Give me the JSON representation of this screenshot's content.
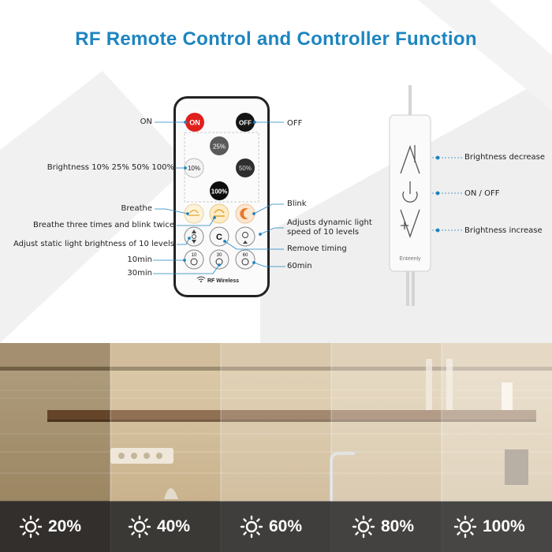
{
  "title": "RF Remote Control and Controller Function",
  "remote": {
    "on_button": "ON",
    "off_button": "OFF",
    "btn_25": "25%",
    "btn_10": "10%",
    "btn_50": "50%",
    "btn_100": "100%",
    "c_button": "C",
    "t10": "10",
    "t30": "30",
    "t60": "60",
    "footer": "RF Wireless"
  },
  "labels": {
    "on": "ON",
    "off": "OFF",
    "brightness": "Brightness 10% 25% 50% 100%",
    "breathe": "Breathe",
    "blink": "Blink",
    "breathe_three": "Breathe three times and blink twice",
    "dynamic_speed": "Adjusts dynamic light speed of 10 levels",
    "static_brightness": "Adjust static light brightness of 10 levels",
    "remove_timing": "Remove timing",
    "ten_min": "10min",
    "thirty_min": "30min",
    "sixty_min": "60min"
  },
  "controller": {
    "brand": "Enteenly",
    "brightness_decrease": "Brightness decrease",
    "on_off": "ON / OFF",
    "brightness_increase": "Brightness increase"
  },
  "brightness_levels": [
    "20%",
    "40%",
    "60%",
    "80%",
    "100%"
  ],
  "colors": {
    "accent": "#1d85c0",
    "on_red": "#e0201c",
    "off_black": "#151515"
  }
}
